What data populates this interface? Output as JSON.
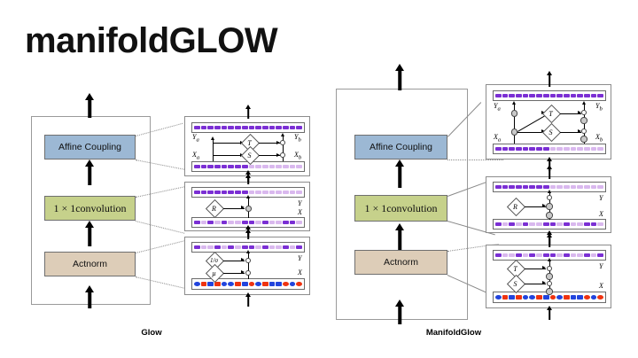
{
  "title": "manifoldGLOW",
  "colors": {
    "affine": "#9cb8d4",
    "conv": "#c6d18b",
    "actnorm": "#ddcdb8",
    "cell_dark": "#7b2fd4",
    "cell_light": "#d9b8ee",
    "cell_mid": "#a86ce0",
    "blue": "#2244dd",
    "red": "#ee3311",
    "node_fill": "#ffffff",
    "node_gray": "#c9c9c9"
  },
  "models": [
    {
      "id": "glow",
      "caption": "Glow",
      "blocks": [
        {
          "label": "Affine Coupling",
          "style": "affine"
        },
        {
          "label": "1 × 1convolution",
          "style": "conv"
        },
        {
          "label": "Actnorm",
          "style": "actnorm"
        }
      ]
    },
    {
      "id": "manifoldglow",
      "caption": "ManifoldGlow",
      "blocks": [
        {
          "label": "Affine Coupling",
          "style": "affine"
        },
        {
          "label": "1 × 1convolution",
          "style": "conv"
        },
        {
          "label": "Actnorm",
          "style": "actnorm"
        }
      ]
    }
  ],
  "panels": {
    "glow_affine": {
      "name": "Affine Coupling detail",
      "labels": {
        "top_left": "Y",
        "top_left_sub": "a",
        "top_right": "Y",
        "top_right_sub": "b",
        "bot_left": "X",
        "bot_left_sub": "a",
        "bot_right": "X",
        "bot_right_sub": "b"
      },
      "operators": [
        "T",
        "S"
      ],
      "nodes": 2
    },
    "glow_conv": {
      "name": "1x1 convolution detail",
      "labels": {
        "top_right": "Y",
        "bot_right": "X"
      },
      "operators": [
        "R"
      ],
      "nodes": 1
    },
    "glow_actnorm": {
      "name": "Actnorm detail",
      "labels": {
        "top_right": "Y",
        "bot_right": "X"
      },
      "operators": [
        "1/σ",
        "μ"
      ],
      "nodes": 2
    },
    "mglow_affine": {
      "name": "Affine Coupling detail",
      "labels": {
        "top_left": "Y",
        "top_left_sub": "a",
        "top_right": "Y",
        "top_right_sub": "b",
        "bot_left": "X",
        "bot_left_sub": "a",
        "bot_right": "X",
        "bot_right_sub": "b"
      },
      "operators": [
        "T",
        "S"
      ],
      "nodes": 6
    },
    "mglow_conv": {
      "name": "1x1 convolution detail",
      "labels": {
        "top_right": "Y",
        "bot_right": "X"
      },
      "operators": [
        "R"
      ],
      "nodes": 3
    },
    "mglow_actnorm": {
      "name": "Actnorm detail",
      "labels": {
        "top_right": "Y",
        "bot_right": "X"
      },
      "operators": [
        "T",
        "S"
      ],
      "nodes": 4
    }
  },
  "chart_data": {
    "type": "diagram",
    "title": "manifoldGLOW",
    "description": "Side-by-side architecture comparison of Glow and ManifoldGlow normalizing-flow blocks with zoomed tensor-level detail panels.",
    "bars": {
      "glow_affine_top": [
        "d",
        "d",
        "d",
        "d",
        "d",
        "d",
        "d",
        "d",
        "d",
        "d",
        "d",
        "d",
        "d",
        "d",
        "d",
        "d"
      ],
      "glow_affine_bottom": [
        "d",
        "d",
        "d",
        "d",
        "d",
        "d",
        "d",
        "d",
        "l",
        "l",
        "l",
        "l",
        "l",
        "l",
        "l",
        "l"
      ],
      "glow_conv_top": [
        "d",
        "d",
        "d",
        "d",
        "d",
        "d",
        "d",
        "d",
        "l",
        "l",
        "l",
        "l",
        "l",
        "l",
        "l",
        "l"
      ],
      "glow_conv_bottom": [
        "d",
        "l",
        "d",
        "l",
        "d",
        "l",
        "l",
        "d",
        "d",
        "l",
        "d",
        "l",
        "l",
        "d",
        "d",
        "l"
      ],
      "glow_actnorm_top": [
        "d",
        "l",
        "l",
        "d",
        "l",
        "d",
        "l",
        "d",
        "d",
        "l",
        "d",
        "l",
        "l",
        "d",
        "l",
        "d"
      ],
      "glow_actnorm_bottom": [
        "bc",
        "rs",
        "bs",
        "rs",
        "bc",
        "bc",
        "rs",
        "bs",
        "rc",
        "bc",
        "rs",
        "bs",
        "bs",
        "rc",
        "bc",
        "rc"
      ],
      "mglow_affine_top": [
        "d",
        "d",
        "d",
        "d",
        "d",
        "d",
        "d",
        "d",
        "d",
        "d",
        "d",
        "d",
        "d",
        "d",
        "d",
        "d"
      ],
      "mglow_affine_bottom": [
        "d",
        "d",
        "d",
        "d",
        "d",
        "d",
        "d",
        "d",
        "l",
        "l",
        "l",
        "l",
        "l",
        "l",
        "l",
        "l"
      ],
      "mglow_conv_top": [
        "d",
        "d",
        "d",
        "d",
        "d",
        "d",
        "d",
        "d",
        "l",
        "l",
        "l",
        "l",
        "l",
        "l",
        "l",
        "l"
      ],
      "mglow_conv_bottom": [
        "d",
        "l",
        "d",
        "l",
        "d",
        "l",
        "l",
        "d",
        "d",
        "l",
        "d",
        "l",
        "l",
        "d",
        "d",
        "l"
      ],
      "mglow_actnorm_top": [
        "d",
        "l",
        "l",
        "d",
        "l",
        "d",
        "l",
        "d",
        "d",
        "l",
        "d",
        "l",
        "l",
        "d",
        "l",
        "d"
      ],
      "mglow_actnorm_bottom": [
        "bc",
        "rs",
        "bs",
        "rs",
        "bc",
        "bc",
        "rs",
        "bs",
        "rc",
        "bc",
        "rs",
        "bs",
        "bs",
        "rc",
        "bc",
        "rc"
      ]
    }
  }
}
